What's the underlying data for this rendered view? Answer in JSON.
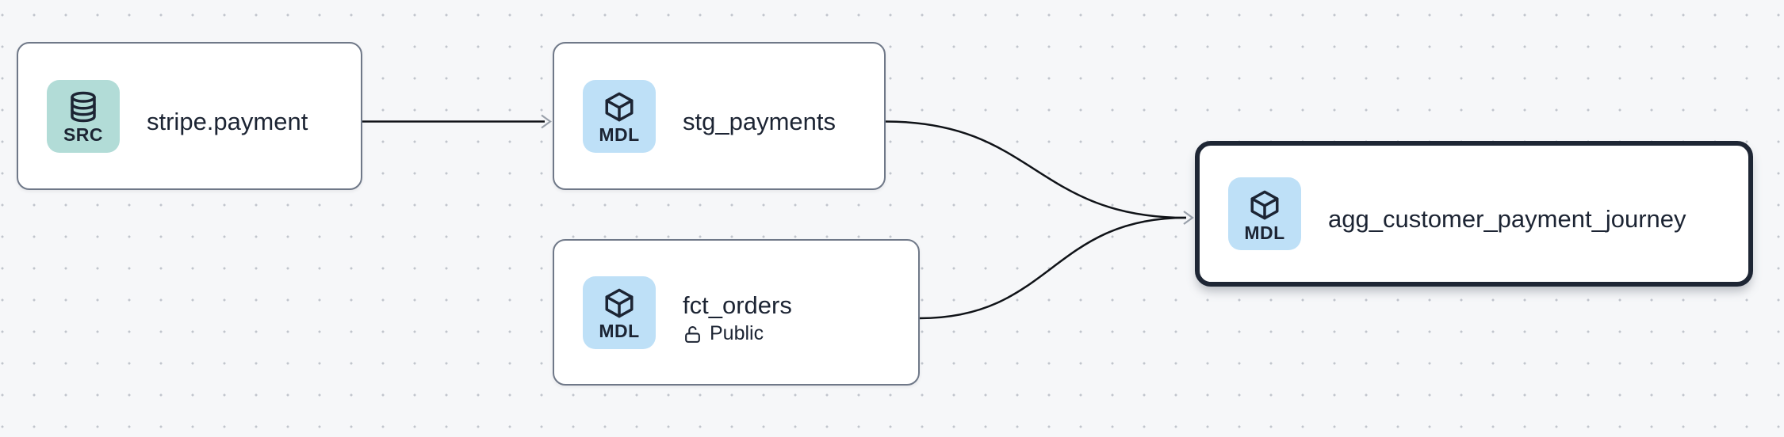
{
  "colors": {
    "background": "#f6f7f9",
    "dot": "#c1c5cd",
    "node_bg": "#ffffff",
    "node_border": "#6f7888",
    "selected_border": "#1e2634",
    "text": "#1c2433",
    "edge": "#101318",
    "arrowhead": "#9aa1ab",
    "badge_src_bg": "#b2dcd7",
    "badge_mdl_bg": "#bee0f7"
  },
  "graph": {
    "nodes": [
      {
        "id": "stripe.payment",
        "label": "stripe.payment",
        "badge": "SRC",
        "badge_icon": "database",
        "type": "source",
        "selected": false
      },
      {
        "id": "stg_payments",
        "label": "stg_payments",
        "badge": "MDL",
        "badge_icon": "cube",
        "type": "model",
        "selected": false
      },
      {
        "id": "fct_orders",
        "label": "fct_orders",
        "badge": "MDL",
        "badge_icon": "cube",
        "type": "model",
        "access": "Public",
        "selected": false
      },
      {
        "id": "agg_customer_payment_journey",
        "label": "agg_customer_payment_journey",
        "badge": "MDL",
        "badge_icon": "cube",
        "type": "model",
        "selected": true
      }
    ],
    "edges": [
      {
        "source": "stripe.payment",
        "target": "stg_payments"
      },
      {
        "source": "stg_payments",
        "target": "agg_customer_payment_journey"
      },
      {
        "source": "fct_orders",
        "target": "agg_customer_payment_journey"
      }
    ]
  }
}
